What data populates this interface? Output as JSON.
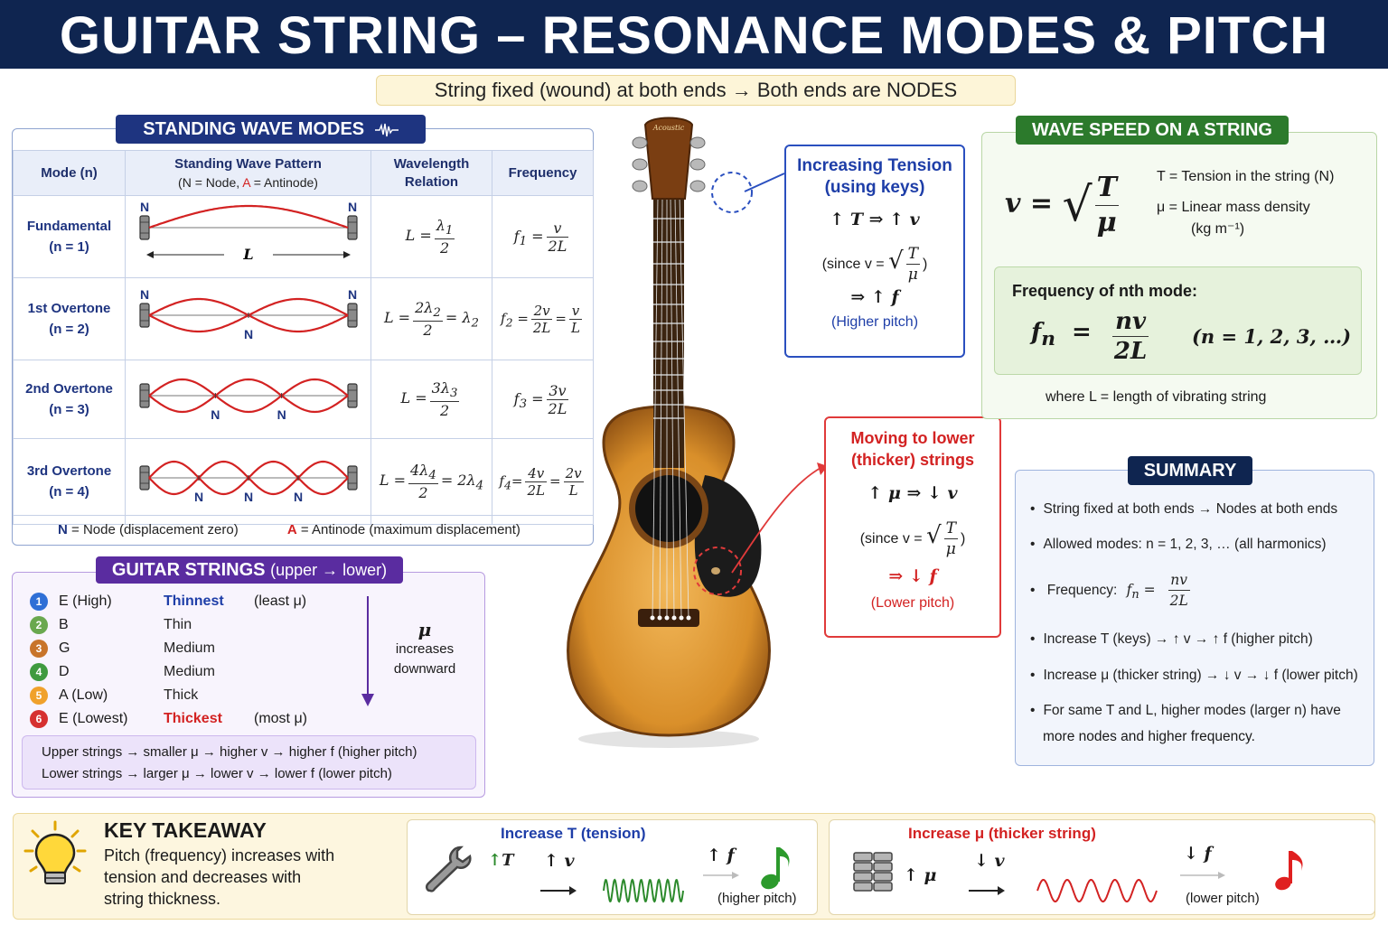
{
  "header": {
    "title": "GUITAR STRING – RESONANCE MODES & PITCH"
  },
  "banner": {
    "text": "String fixed (wound) at both ends  →  Both ends are NODES"
  },
  "standing_waves": {
    "title": "STANDING WAVE MODES",
    "columns": {
      "mode": "Mode (n)",
      "pattern": "Standing Wave Pattern",
      "pattern_sub": "(N = Node, A = Antinode)",
      "wavelength_1": "Wavelength",
      "wavelength_2": "Relation",
      "frequency": "Frequency"
    },
    "rows": [
      {
        "name": "Fundamental",
        "n": "(n = 1)",
        "loops": 1
      },
      {
        "name": "1st Overtone",
        "n": "(n = 2)",
        "loops": 2
      },
      {
        "name": "2nd Overtone",
        "n": "(n = 3)",
        "loops": 3
      },
      {
        "name": "3rd Overtone",
        "n": "(n = 4)",
        "loops": 4
      }
    ],
    "node_label": "N",
    "length_label": "L",
    "legend_node": "= Node (displacement zero)",
    "legend_antinode": "= Antinode (maximum displacement)",
    "legend_A": "A"
  },
  "guitar_strings": {
    "title": "GUITAR STRINGS",
    "title_sub": "(upper → lower)",
    "rows": [
      {
        "num": "1",
        "name": "E (High)",
        "thickness": "Thinnest",
        "extra": "(least μ)",
        "color": "#2f6fd6"
      },
      {
        "num": "2",
        "name": "B",
        "thickness": "Thin",
        "extra": "",
        "color": "#6aa84f"
      },
      {
        "num": "3",
        "name": "G",
        "thickness": "Medium",
        "extra": "",
        "color": "#c8742a"
      },
      {
        "num": "4",
        "name": "D",
        "thickness": "Medium",
        "extra": "",
        "color": "#3f9a3f"
      },
      {
        "num": "5",
        "name": "A (Low)",
        "thickness": "Thick",
        "extra": "",
        "color": "#f0a12b"
      },
      {
        "num": "6",
        "name": "E (Lowest)",
        "thickness": "Thickest",
        "extra": "(most μ)",
        "color": "#d63030"
      }
    ],
    "mu_label": "μ",
    "mu_text_1": "increases",
    "mu_text_2": "downward",
    "summary_upper": "Upper strings → smaller μ  → higher v  → higher f  (higher pitch)",
    "summary_lower": "Lower strings → larger μ    → lower v    → lower f  (lower pitch)"
  },
  "tension_box": {
    "title_1": "Increasing Tension",
    "title_2": "(using keys)",
    "line1": "↑ T  ⇒  ↑ v",
    "since": "(since v =",
    "result": "⇒  ↑  f",
    "note": "(Higher pitch)"
  },
  "lower_box": {
    "title_1": "Moving to lower",
    "title_2": "(thicker) strings",
    "line1": "↑ μ  ⇒  ↓ v",
    "since": "(since v =",
    "result": "⇒  ↓  f",
    "note": "(Lower pitch)"
  },
  "guitar": {
    "brand": "Acoustic"
  },
  "wave_speed": {
    "title": "WAVE SPEED ON A STRING",
    "T_def": "T  =  Tension in the string (N)",
    "mu_def_1": "μ  =  Linear mass density",
    "mu_def_2": "(kg m⁻¹)",
    "freq_title": "Frequency of nth mode:",
    "n_values": "(n = 1, 2, 3, …)",
    "where": "where  L = length of vibrating string"
  },
  "summary": {
    "title": "SUMMARY",
    "items": [
      "String fixed at both ends → Nodes at both ends",
      "Allowed modes: n = 1, 2, 3, … (all harmonics)",
      "Frequency:",
      "Increase T (keys) → ↑ v → ↑ f (higher pitch)",
      "Increase μ (thicker string) → ↓ v → ↓ f (lower pitch)",
      "For same T and L, higher modes (larger n) have",
      "more nodes and higher frequency."
    ]
  },
  "takeaway": {
    "title": "KEY TAKEAWAY",
    "text_1": "Pitch (frequency) increases with",
    "text_2": "tension and decreases with",
    "text_3": "string thickness.",
    "tension_title": "Increase T (tension)",
    "tension_T": "↑T",
    "tension_v": "↑ v",
    "tension_f": "↑ f",
    "tension_note": "(higher pitch)",
    "mu_title": "Increase μ (thicker string)",
    "mu_mu": "↑ μ",
    "mu_v": "↓ v",
    "mu_f": "↓ f",
    "mu_note": "(lower pitch)"
  },
  "colors": {
    "navy": "#0f2550",
    "red": "#d32222",
    "blue": "#1e3480",
    "green": "#2c7a2c",
    "purple": "#5a2ca0"
  }
}
